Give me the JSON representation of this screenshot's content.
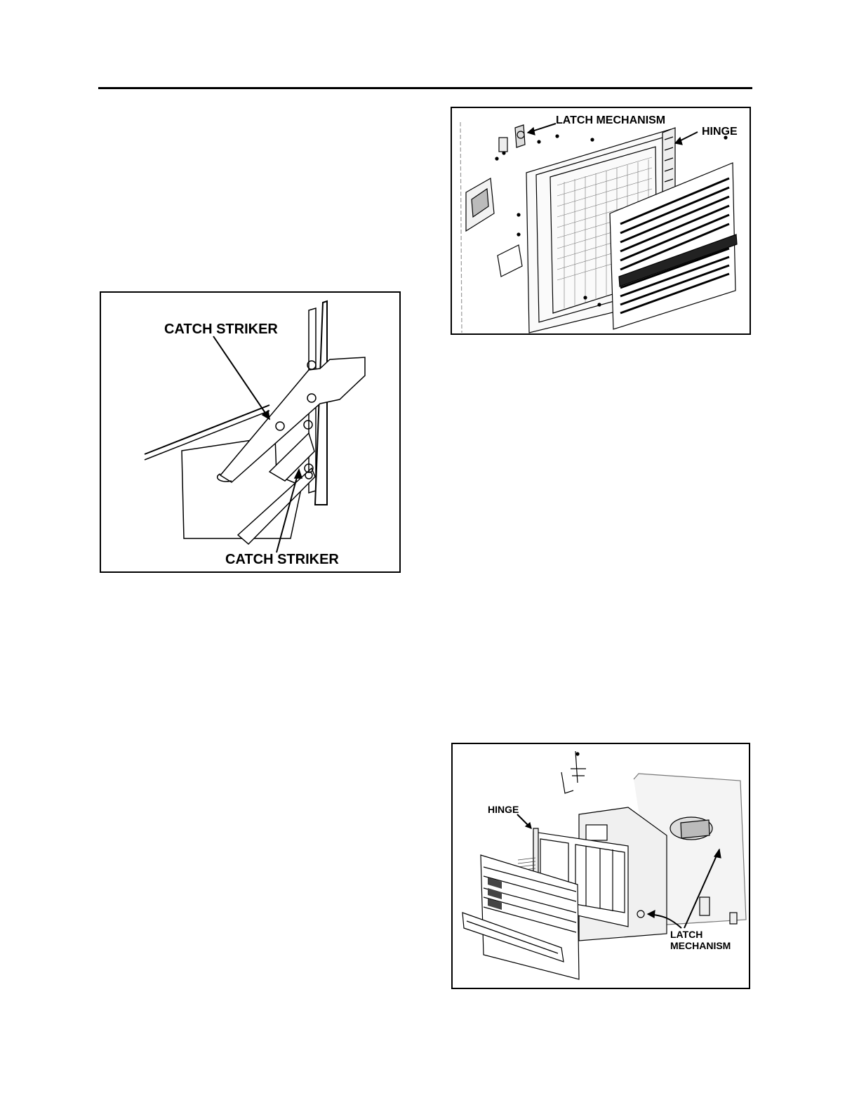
{
  "figures": {
    "top_right": {
      "labels": {
        "latch_mechanism": "LATCH MECHANISM",
        "hinge": "HINGE"
      }
    },
    "left": {
      "labels": {
        "catch_striker_top": "CATCH STRIKER",
        "catch_striker_bottom": "CATCH STRIKER"
      }
    },
    "bottom_right": {
      "labels": {
        "hinge": "HINGE",
        "latch_line1": "LATCH",
        "latch_line2": "MECHANISM"
      }
    }
  }
}
